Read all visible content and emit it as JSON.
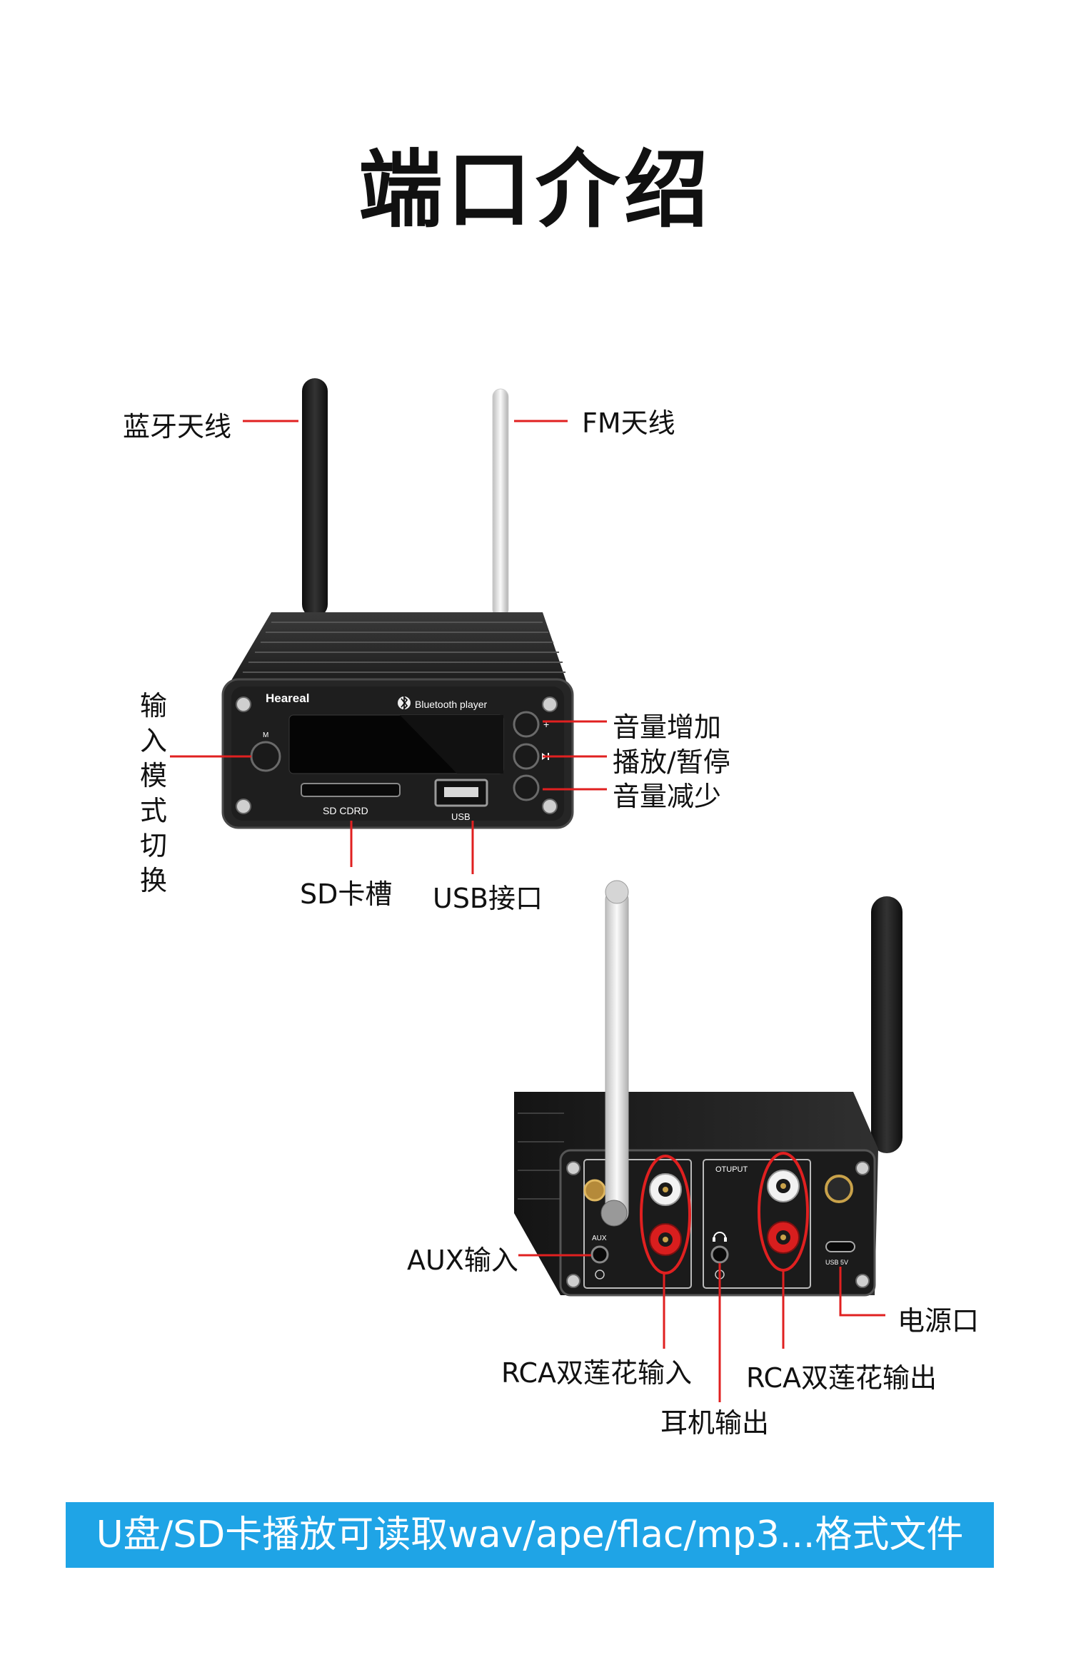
{
  "title": "端口介绍",
  "front_device": {
    "brand": "Heareal",
    "display_text": "Bluetooth player",
    "button_m": "M",
    "button_plus": "+",
    "button_minus": "-",
    "sd_slot_text": "SD CDRD",
    "usb_port_text": "USB",
    "labels": {
      "bt_antenna": "蓝牙天线",
      "fm_antenna": "FM天线",
      "input_mode": "输入模式切换",
      "volume_up": "音量增加",
      "play_pause": "播放/暂停",
      "volume_down": "音量减少",
      "sd_slot": "SD卡槽",
      "usb_port": "USB接口"
    }
  },
  "rear_device": {
    "output_text": "OTUPUT",
    "aux_text": "AUX",
    "usb_power_text": "USB 5V",
    "labels": {
      "aux_in": "AUX输入",
      "power": "电源口",
      "rca_in": "RCA双莲花输入",
      "rca_out": "RCA双莲花输出",
      "headphone": "耳机输出"
    }
  },
  "banner": "U盘/SD卡播放可读取wav/ape/flac/mp3...格式文件",
  "colors": {
    "callout_line": "#e02020",
    "banner_bg": "#1fa4e6",
    "device_body": "#222222",
    "rca_white_ring": "#f2f2f2",
    "rca_red_ring": "#d81e1e"
  }
}
